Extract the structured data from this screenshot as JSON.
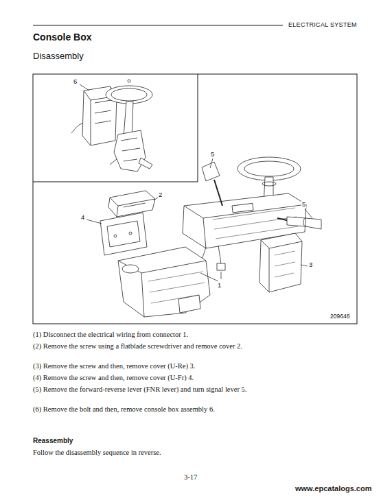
{
  "diagram": {
    "title": "Console Box",
    "labels": [
      "ELECTRICAL SYSTEM",
      "Disassembly",
      "6",
      "5",
      "2",
      "4",
      "5",
      "3",
      "1",
      "209648",
      "(1) Disconnect the electrical wiring from connector 1.",
      "(2) Remove the screw using a flatblade screwdriver and remove cover 2.",
      "(3) Remove the screw and then, remove cover (U-Re) 3.",
      "(4) Remove the screw and then, remove cover (U-Fr) 4.",
      "(5) Remove the forward-reverse lever (FNR lever) and turn signal lever 5.",
      "(6) Remove the bolt and then, remove console box assembly 6.",
      "Reassembly",
      "Follow the disassembly sequence in reverse.",
      "3-17",
      "www.epcatalogs.com"
    ]
  }
}
